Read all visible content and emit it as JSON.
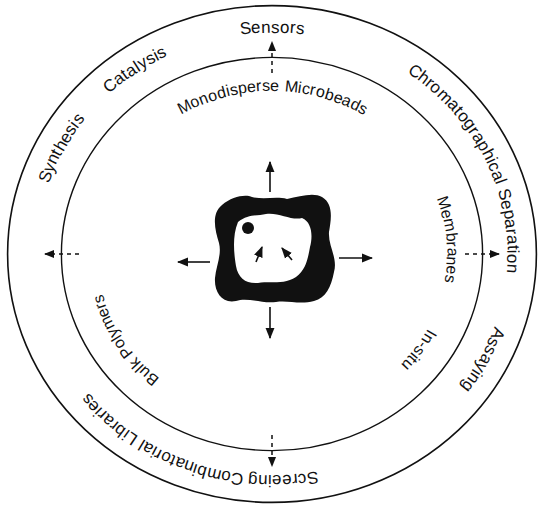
{
  "diagram": {
    "nodes": [
      {
        "text": [
          "Catalysis",
          "Sensors",
          "Chromatographical Separation",
          "Assaying",
          "Screeing Combinatorial Libraries",
          "Synthesis"
        ]
      },
      {
        "text": [
          "Monodisperse Microbeads",
          "Membranes",
          "In-situ",
          "Bulk Polymers"
        ],
        "in": 0
      }
    ],
    "edges": [
      {
        "from": 1,
        "to": 0,
        "arrow": "to"
      },
      {
        "from": 1,
        "to": 0,
        "arrow": "to"
      },
      {
        "from": 1,
        "to": 0,
        "arrow": "to"
      },
      {
        "from": 1,
        "to": 0,
        "arrow": "to"
      }
    ]
  }
}
